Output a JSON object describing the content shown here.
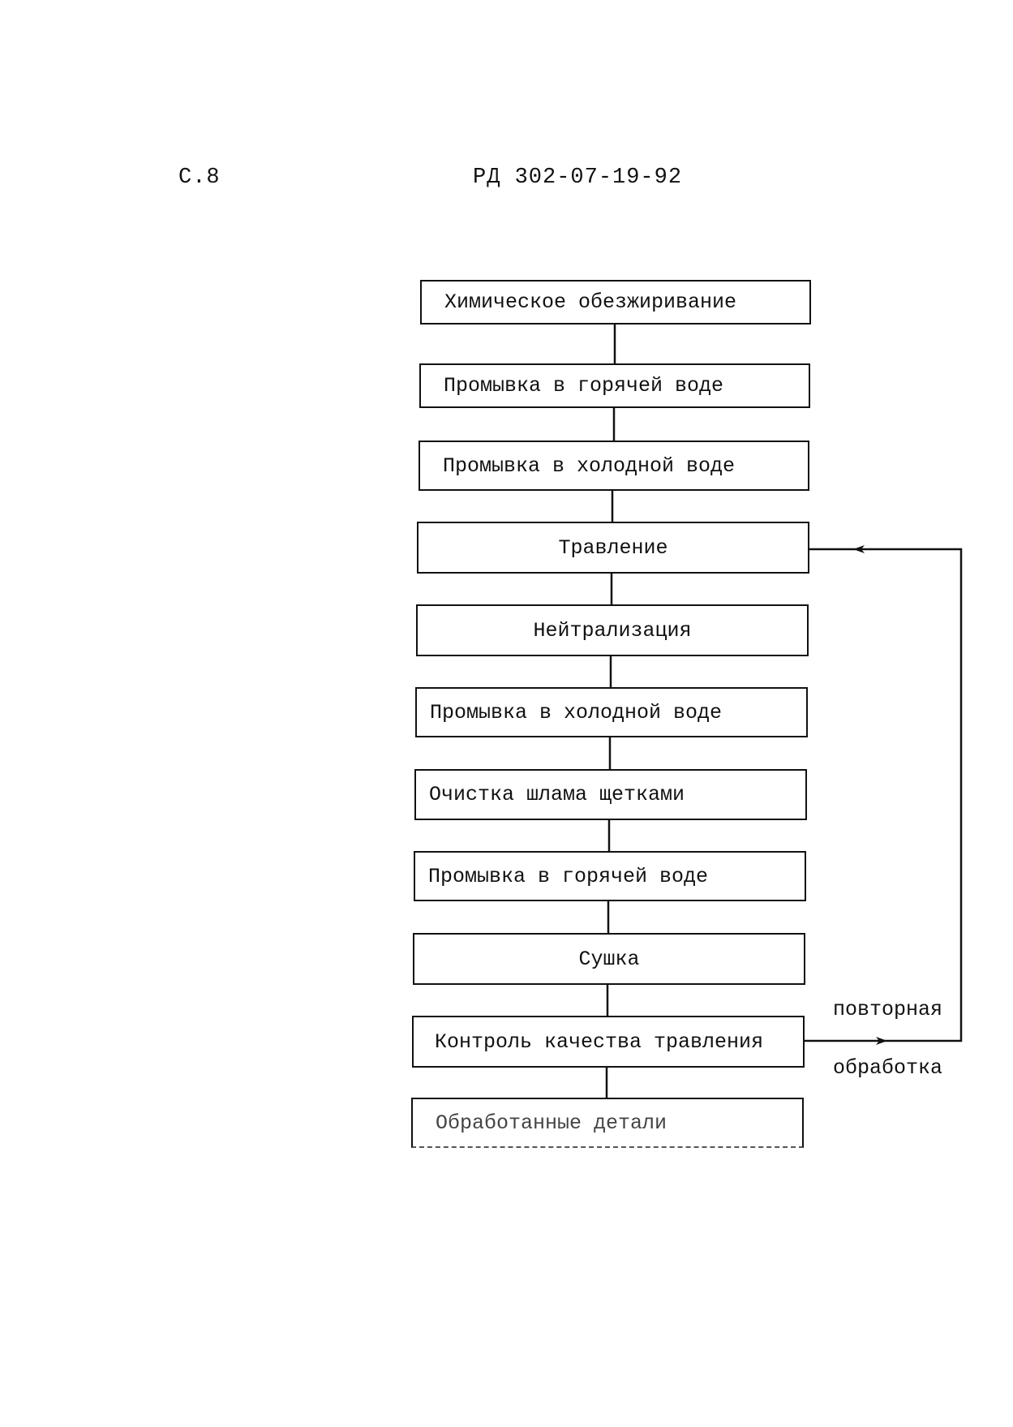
{
  "header": {
    "page_number": "С.8",
    "document_code": "РД 302-07-19-92"
  },
  "flowchart": {
    "steps": [
      {
        "label": "Химическое обезжиривание"
      },
      {
        "label": "Промывка в горячей воде"
      },
      {
        "label": "Промывка в холодной воде"
      },
      {
        "label": "Травление"
      },
      {
        "label": "Нейтрализация"
      },
      {
        "label": "Промывка в холодной воде"
      },
      {
        "label": "Очистка шлама щетками"
      },
      {
        "label": "Промывка в горячей воде"
      },
      {
        "label": "Сушка"
      },
      {
        "label": "Контроль качества травления"
      },
      {
        "label": "Обработанные детали"
      }
    ],
    "loop": {
      "label_top": "повторная",
      "label_bottom": "обработка"
    }
  }
}
